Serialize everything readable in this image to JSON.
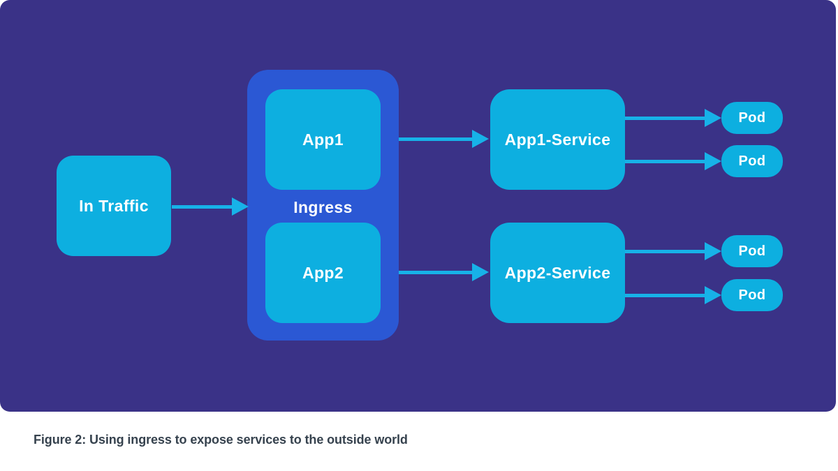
{
  "figure": {
    "caption": "Figure 2: Using ingress to expose services to the outside world"
  },
  "diagram": {
    "in_traffic_label": "In Traffic",
    "ingress_label": "Ingress",
    "app1_label": "App1",
    "app2_label": "App2",
    "app1_service_label": "App1-Service",
    "app2_service_label": "App2-Service",
    "pods": [
      "Pod",
      "Pod",
      "Pod",
      "Pod"
    ],
    "colors": {
      "page_background": "#FFFFFF",
      "background_panel": "#3A3287",
      "ingress_container": "#2B58D4",
      "node_fill": "#0DAFE0",
      "arrow": "#17B2E8",
      "node_text": "#FFFFFF",
      "caption_text": "#36424E"
    }
  }
}
